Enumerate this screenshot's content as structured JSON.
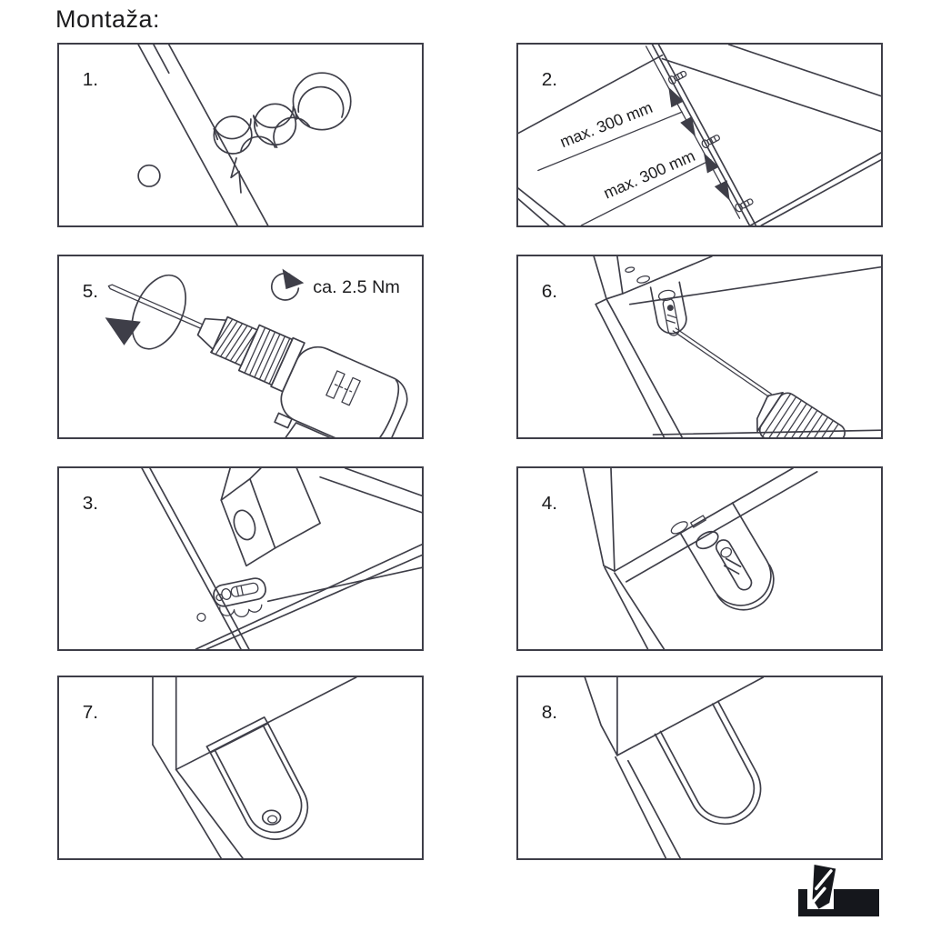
{
  "title": "Montaža:",
  "panels": [
    {
      "num": "1."
    },
    {
      "num": "2.",
      "dim1": "max. 300 mm",
      "dim2": "max. 300 mm"
    },
    {
      "num": "5.",
      "torque": "ca. 2.5 Nm"
    },
    {
      "num": "6."
    },
    {
      "num": "3."
    },
    {
      "num": "4."
    },
    {
      "num": "7."
    },
    {
      "num": "8."
    }
  ],
  "colors": {
    "line": "#3e3e48",
    "text": "#1c1c1e",
    "logo": "#15171c"
  },
  "logo": {
    "icon": "router-bit-logo"
  }
}
